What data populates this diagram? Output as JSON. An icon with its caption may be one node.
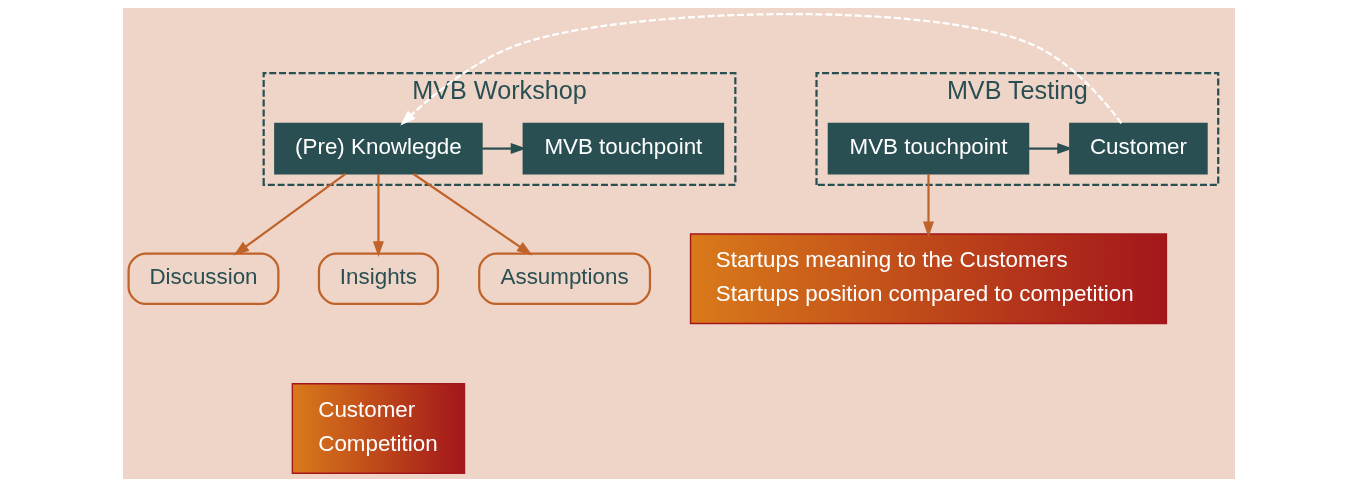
{
  "diagram": {
    "nodes": [
      {
        "text": [
          "MVB Workshop"
        ]
      },
      {
        "text": [
          "(Pre) Knowlegde"
        ],
        "in": 0
      },
      {
        "text": [
          "MVB touchpoint"
        ],
        "in": 0
      },
      {
        "text": [
          "MVB Testing"
        ]
      },
      {
        "text": [
          "MVB touchpoint"
        ],
        "in": 3
      },
      {
        "text": [
          "Customer"
        ],
        "in": 3
      },
      {
        "text": [
          "Discussion"
        ]
      },
      {
        "text": [
          "Insights"
        ]
      },
      {
        "text": [
          "Assumptions"
        ]
      },
      {
        "text": [
          "Customer",
          "Competition"
        ]
      },
      {
        "text": [
          "Startups meaning to the Customers",
          "Startups position compared to competition"
        ]
      }
    ],
    "edges": [
      {
        "from": 1,
        "to": 2,
        "arrow": "to",
        "color": "#2a4f52"
      },
      {
        "from": 1,
        "to": 6,
        "arrow": "to",
        "color": "#c0632a"
      },
      {
        "from": 1,
        "to": 7,
        "arrow": "to",
        "color": "#c0632a"
      },
      {
        "from": 1,
        "to": 8,
        "arrow": "to",
        "color": "#c0632a"
      },
      {
        "from": 4,
        "to": 5,
        "arrow": "to",
        "color": "#2a4f52"
      },
      {
        "from": 4,
        "to": 10,
        "arrow": "to",
        "color": "#c0632a"
      },
      {
        "from": 5,
        "to": 1,
        "arrow": "to",
        "style": "dashed",
        "color": "#ffffff"
      }
    ]
  }
}
